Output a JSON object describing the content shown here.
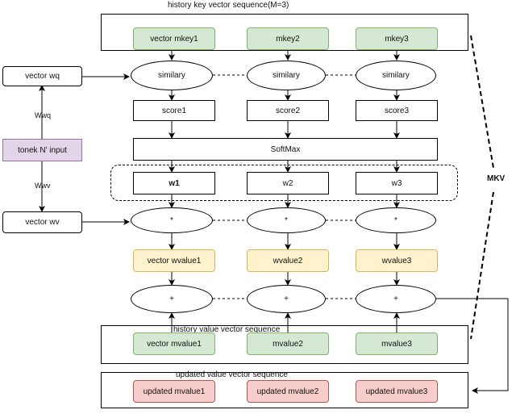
{
  "sections": {
    "history_key_title": "history key vector sequence(M=3)",
    "history_value_title": "history value vector sequence",
    "updated_value_title": "updated value vector sequence",
    "mkv_label": "MKV"
  },
  "left": {
    "vector_wq": "vector wq",
    "token_input": "tonek N' input",
    "vector_wv": "vector wv",
    "wwq": "Wwq",
    "wwv": "Wwv"
  },
  "keys": [
    "vector mkey1",
    "mkey2",
    "mkey3"
  ],
  "similary": [
    "similary",
    "similary",
    "similary"
  ],
  "scores": [
    "score1",
    "score2",
    "score3"
  ],
  "softmax": "SoftMax",
  "weights": [
    "w1",
    "w2",
    "w3"
  ],
  "multiply": [
    "*",
    "*",
    "*"
  ],
  "wvalues": [
    "vector wvalue1",
    "wvalue2",
    "wvalue3"
  ],
  "plus": [
    "+",
    "+",
    "+"
  ],
  "mvalues": [
    "vector mvalue1",
    "mvalue2",
    "mvalue3"
  ],
  "updated": [
    "updated mvalue1",
    "updated mvalue2",
    "updated mvalue3"
  ],
  "colors": {
    "green_fill": "#d5e8d4",
    "yellow_fill": "#fff2cc",
    "red_fill": "#f8cecc",
    "purple_fill": "#e1d5e7"
  }
}
